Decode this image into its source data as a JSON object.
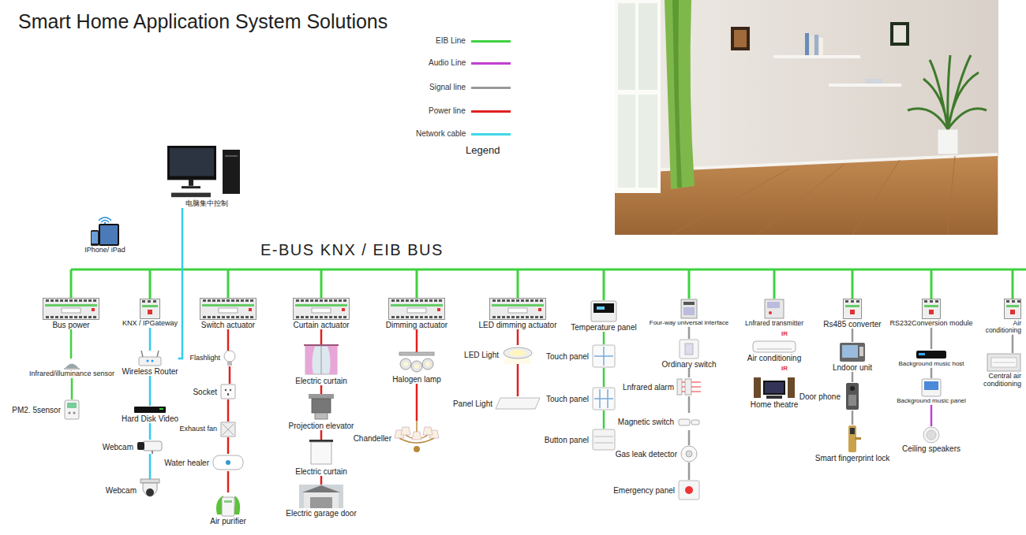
{
  "diagram": {
    "title": "Smart Home Application System Solutions",
    "nodes": [
      {
        "text": [
          "电脑集中控制"
        ]
      },
      {
        "text": [
          "IPhone/ iPad"
        ]
      },
      {
        "text": [
          "Bus power"
        ]
      },
      {
        "text": [
          "Infrared/illuminance sensor"
        ]
      },
      {
        "text": [
          "PM2. 5sensor"
        ]
      },
      {
        "text": [
          "KNX / IPGateway"
        ]
      },
      {
        "text": [
          "Wireless Router"
        ]
      },
      {
        "text": [
          "Hard Disk Video"
        ]
      },
      {
        "text": [
          "Webcam"
        ]
      },
      {
        "text": [
          "Webcam"
        ]
      },
      {
        "text": [
          "Switch actuator"
        ]
      },
      {
        "text": [
          "Flashlight"
        ]
      },
      {
        "text": [
          "Socket"
        ]
      },
      {
        "text": [
          "Exhaust fan"
        ]
      },
      {
        "text": [
          "Water healer"
        ]
      },
      {
        "text": [
          "Air purifier"
        ]
      },
      {
        "text": [
          "Curtain actuator"
        ]
      },
      {
        "text": [
          "Electric curtain"
        ]
      },
      {
        "text": [
          "Projection elevator"
        ]
      },
      {
        "text": [
          "Electric curtain"
        ]
      },
      {
        "text": [
          "Electric garage door"
        ]
      },
      {
        "text": [
          "Dimming actuator"
        ]
      },
      {
        "text": [
          "Halogen lamp"
        ]
      },
      {
        "text": [
          "Chandeller"
        ]
      },
      {
        "text": [
          "LED dimming actuator"
        ]
      },
      {
        "text": [
          "LED Light"
        ]
      },
      {
        "text": [
          "Panel Light"
        ]
      },
      {
        "text": [
          "Temperature panel"
        ]
      },
      {
        "text": [
          "Touch panel"
        ]
      },
      {
        "text": [
          "Touch panel"
        ]
      },
      {
        "text": [
          "Button panel"
        ]
      },
      {
        "text": [
          "Four-way universal interface"
        ]
      },
      {
        "text": [
          "Ordinary switch"
        ]
      },
      {
        "text": [
          "Lnfrared alarm"
        ]
      },
      {
        "text": [
          "Magnetic switch"
        ]
      },
      {
        "text": [
          "Gas leak detector"
        ]
      },
      {
        "text": [
          "Emergency panel"
        ]
      },
      {
        "text": [
          "Lnfrared transmitter"
        ]
      },
      {
        "text": [
          "Air conditioning"
        ]
      },
      {
        "text": [
          "Home theatre"
        ]
      },
      {
        "text": [
          "Rs485 converter"
        ]
      },
      {
        "text": [
          "Lndoor unit"
        ]
      },
      {
        "text": [
          "Door phone"
        ]
      },
      {
        "text": [
          "Smart fingerprint lock"
        ]
      },
      {
        "text": [
          "RS232Conversion module"
        ]
      },
      {
        "text": [
          "Background music host"
        ]
      },
      {
        "text": [
          "Background music panel"
        ]
      },
      {
        "text": [
          "Ceiling speakers"
        ]
      },
      {
        "text": [
          "Air conditioning"
        ]
      },
      {
        "text": [
          "Central air conditioning"
        ]
      }
    ],
    "edges": [
      {
        "from": 0,
        "to": 6,
        "arrow": "none"
      },
      {
        "from": 5,
        "to": 6,
        "arrow": "none"
      },
      {
        "from": 6,
        "to": 7,
        "arrow": "none"
      },
      {
        "from": 7,
        "to": 8,
        "arrow": "none"
      },
      {
        "from": 8,
        "to": 9,
        "arrow": "none"
      },
      {
        "from": 2,
        "to": 3,
        "arrow": "none"
      },
      {
        "from": 3,
        "to": 4,
        "arrow": "none"
      },
      {
        "from": 10,
        "to": 11,
        "arrow": "none"
      },
      {
        "from": 11,
        "to": 12,
        "arrow": "none"
      },
      {
        "from": 12,
        "to": 13,
        "arrow": "none"
      },
      {
        "from": 13,
        "to": 14,
        "arrow": "none"
      },
      {
        "from": 14,
        "to": 15,
        "arrow": "none"
      },
      {
        "from": 16,
        "to": 17,
        "arrow": "none"
      },
      {
        "from": 17,
        "to": 18,
        "arrow": "none"
      },
      {
        "from": 18,
        "to": 19,
        "arrow": "none"
      },
      {
        "from": 19,
        "to": 20,
        "arrow": "none"
      },
      {
        "from": 21,
        "to": 22,
        "arrow": "none"
      },
      {
        "from": 22,
        "to": 23,
        "arrow": "none"
      },
      {
        "from": 24,
        "to": 25,
        "arrow": "none"
      },
      {
        "from": 25,
        "to": 26,
        "arrow": "none"
      },
      {
        "from": 27,
        "to": 28,
        "arrow": "none"
      },
      {
        "from": 28,
        "to": 29,
        "arrow": "none"
      },
      {
        "from": 29,
        "to": 30,
        "arrow": "none"
      },
      {
        "from": 31,
        "to": 32,
        "arrow": "none"
      },
      {
        "from": 32,
        "to": 33,
        "arrow": "none"
      },
      {
        "from": 33,
        "to": 34,
        "arrow": "none"
      },
      {
        "from": 34,
        "to": 35,
        "arrow": "none"
      },
      {
        "from": 35,
        "to": 36,
        "arrow": "none"
      },
      {
        "from": 40,
        "to": 41,
        "arrow": "none"
      },
      {
        "from": 41,
        "to": 42,
        "arrow": "none"
      },
      {
        "from": 42,
        "to": 43,
        "arrow": "none"
      },
      {
        "from": 44,
        "to": 45,
        "arrow": "none"
      },
      {
        "from": 45,
        "to": 46,
        "arrow": "none"
      },
      {
        "from": 46,
        "to": 47,
        "arrow": "none"
      },
      {
        "from": 48,
        "to": 49,
        "arrow": "none"
      }
    ],
    "labels": [
      "Legend",
      "E-BUS KNX / EIB BUS",
      "IR",
      "IR"
    ],
    "legend": [
      {
        "text": "EIB Line",
        "color": "#3fd23f"
      },
      {
        "text": "Audio Line",
        "color": "#c040d0"
      },
      {
        "text": "Signal line",
        "color": "#999999"
      },
      {
        "text": "Power line",
        "color": "#e02020"
      },
      {
        "text": "Network cable",
        "color": "#40d8e8"
      }
    ]
  }
}
